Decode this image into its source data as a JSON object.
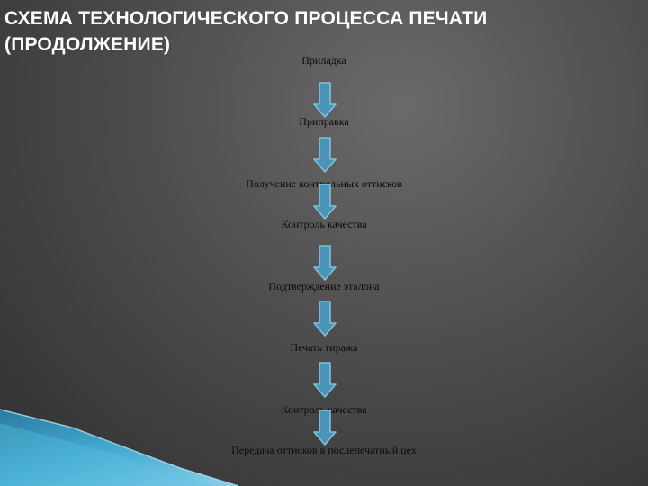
{
  "slide": {
    "title": "СХЕМА ТЕХНОЛОГИЧЕСКОГО ПРОЦЕССА ПЕЧАТИ\n(ПРОДОЛЖЕНИЕ)"
  },
  "flow": {
    "steps": [
      "Приладка",
      "Приправка",
      "Получение контрольных оттисков",
      "Контроль качества",
      "Подтверждение эталона",
      "Печать тиража",
      "Контроль качества",
      "Передача оттисков в послепечатный цех"
    ]
  },
  "colors": {
    "arrow_fill": "#4a95b7",
    "arrow_stroke": "#7fc1dc",
    "decor": "#3aa3cf"
  }
}
